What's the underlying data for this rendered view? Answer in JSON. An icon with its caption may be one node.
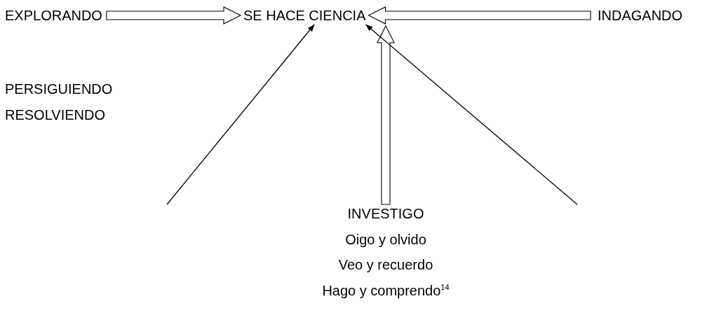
{
  "diagram": {
    "nodes": [
      {
        "text": [
          "EXPLORANDO"
        ]
      },
      {
        "text": [
          "SE HACE CIENCIA"
        ]
      },
      {
        "text": [
          "INDAGANDO"
        ]
      },
      {
        "text": [
          "INVESTIGO",
          "Oigo y olvido",
          "Veo y recuerdo",
          "Hago y comprendo$^{14}$"
        ]
      }
    ],
    "edges": [
      {
        "from": 0,
        "to": 1,
        "arrow": "to"
      },
      {
        "from": 2,
        "to": 1,
        "arrow": "to"
      },
      {
        "from": null,
        "to": 1,
        "arrow": "to"
      },
      {
        "from": 3,
        "to": 1,
        "arrow": "to"
      },
      {
        "from": null,
        "to": 1,
        "arrow": "to"
      }
    ],
    "labels": [
      "PERSIGUIENDO",
      "RESOLVIENDO"
    ]
  }
}
